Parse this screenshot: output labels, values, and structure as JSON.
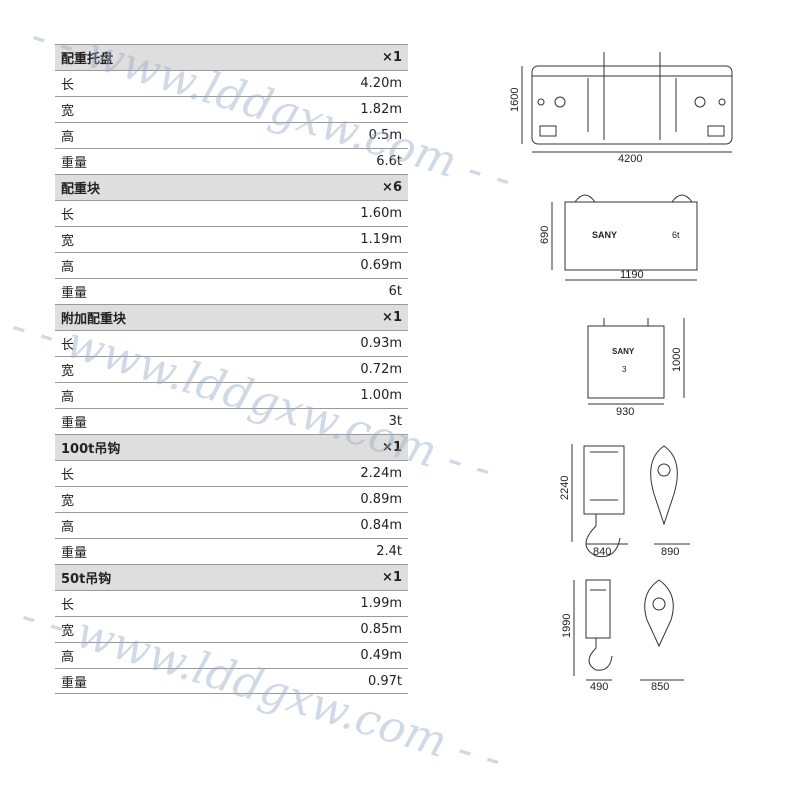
{
  "watermark": "- - www.lddgxw.com - -",
  "sections": [
    {
      "name": "配重托盘",
      "qty": "×1",
      "rows": [
        {
          "k": "长",
          "v": "4.20m"
        },
        {
          "k": "宽",
          "v": "1.82m"
        },
        {
          "k": "高",
          "v": "0.5m"
        },
        {
          "k": "重量",
          "v": "6.6t"
        }
      ]
    },
    {
      "name": "配重块",
      "qty": "×6",
      "rows": [
        {
          "k": "长",
          "v": "1.60m"
        },
        {
          "k": "宽",
          "v": "1.19m"
        },
        {
          "k": "高",
          "v": "0.69m"
        },
        {
          "k": "重量",
          "v": "6t"
        }
      ]
    },
    {
      "name": "附加配重块",
      "qty": "×1",
      "rows": [
        {
          "k": "长",
          "v": "0.93m"
        },
        {
          "k": "宽",
          "v": "0.72m"
        },
        {
          "k": "高",
          "v": "1.00m"
        },
        {
          "k": "重量",
          "v": "3t"
        }
      ]
    },
    {
      "name": "100t吊钩",
      "qty": "×1",
      "rows": [
        {
          "k": "长",
          "v": "2.24m"
        },
        {
          "k": "宽",
          "v": "0.89m"
        },
        {
          "k": "高",
          "v": "0.84m"
        },
        {
          "k": "重量",
          "v": "2.4t"
        }
      ]
    },
    {
      "name": "50t吊钩",
      "qty": "×1",
      "rows": [
        {
          "k": "长",
          "v": "1.99m"
        },
        {
          "k": "宽",
          "v": "0.85m"
        },
        {
          "k": "高",
          "v": "0.49m"
        },
        {
          "k": "重量",
          "v": "0.97t"
        }
      ]
    }
  ],
  "drawings": {
    "tray": {
      "height": "1600",
      "width": "4200"
    },
    "block": {
      "height": "690",
      "width": "1190",
      "brand": "SANY",
      "mark": "6t"
    },
    "extra": {
      "height": "1000",
      "width": "930",
      "brand": "SANY",
      "mark": "3"
    },
    "hook100": {
      "height": "2240",
      "width": "840",
      "side": "890"
    },
    "hook50": {
      "height": "1990",
      "width": "490",
      "side": "850"
    }
  }
}
